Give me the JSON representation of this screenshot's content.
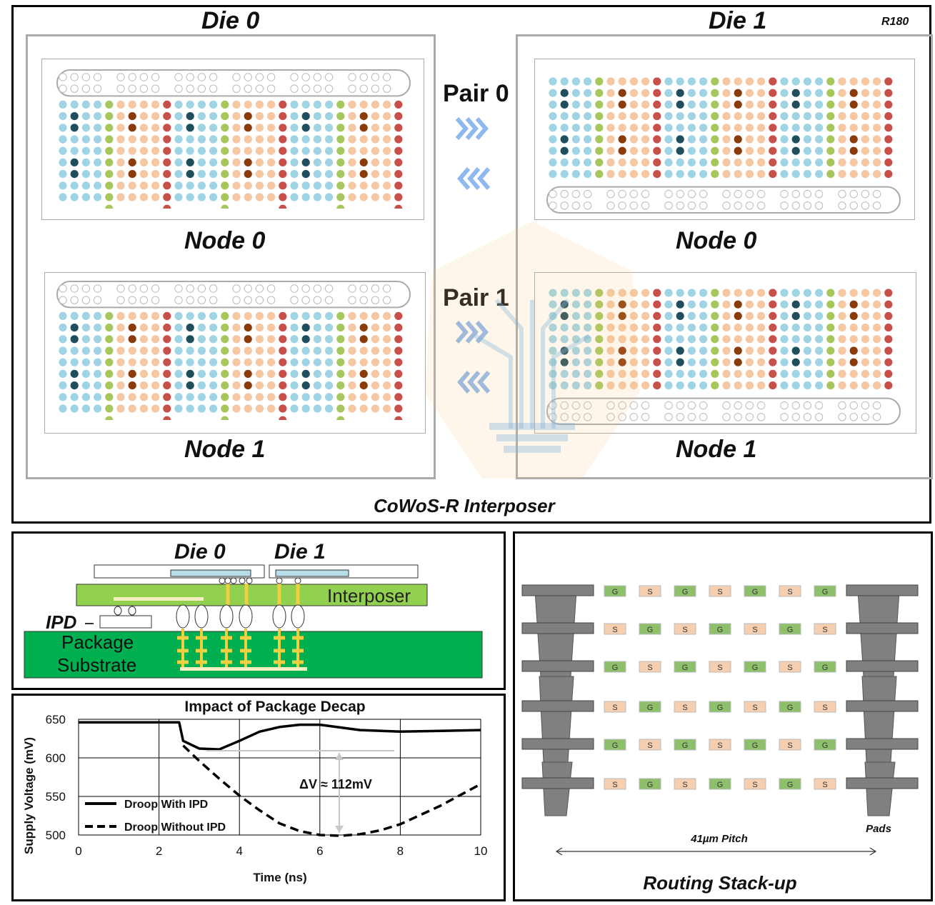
{
  "interposer_panel": {
    "title": "CoWoS-R Interposer",
    "rotation_tag": "R180",
    "die0_label": "Die 0",
    "die1_label": "Die 1",
    "node0_label": "Node 0",
    "node1_label": "Node 1",
    "pair0_label": "Pair 0",
    "pair1_label": "Pair 1"
  },
  "cross_section": {
    "die0_label": "Die 0",
    "die1_label": "Die 1",
    "interposer_label": "Interposer",
    "ipd_label": "IPD",
    "substrate_line1": "Package",
    "substrate_line2": "Substrate"
  },
  "decap_chart": {
    "title": "Impact of Package Decap",
    "delta_annotation": "ΔV ≈ 112mV"
  },
  "chart_data": {
    "type": "line",
    "title": "Impact of Package Decap",
    "xlabel": "Time (ns)",
    "ylabel": "Supply Voltage (mV)",
    "xlim": [
      0,
      10
    ],
    "ylim": [
      500,
      650
    ],
    "x_ticks": [
      "0",
      "2",
      "4",
      "6",
      "8",
      "10"
    ],
    "y_ticks": [
      "650",
      "600",
      "550",
      "500"
    ],
    "grid": true,
    "legend_position": "bottom-left",
    "series": [
      {
        "name": "Droop With IPD",
        "style": "solid",
        "x": [
          0,
          2.5,
          2.6,
          3.0,
          3.5,
          4.0,
          4.5,
          5.0,
          5.5,
          6.0,
          7.0,
          8.0,
          9.0,
          10.0
        ],
        "y": [
          646,
          646,
          622,
          612,
          611,
          622,
          634,
          640,
          643,
          643,
          636,
          634,
          635,
          636
        ]
      },
      {
        "name": "Droop Without IPD",
        "style": "dashed",
        "x": [
          2.6,
          3.0,
          3.5,
          4.0,
          4.5,
          5.0,
          5.5,
          6.0,
          6.5,
          7.0,
          7.5,
          8.0,
          9.0,
          10.0
        ],
        "y": [
          616,
          596,
          573,
          551,
          532,
          515,
          505,
          500,
          499,
          501,
          506,
          514,
          538,
          566
        ]
      }
    ],
    "annotation": "ΔV ≈ 112mV"
  },
  "routing_panel": {
    "title": "Routing Stack-up",
    "pitch_label": "41µm Pitch",
    "pads_label": "Pads",
    "rows": [
      [
        "G",
        "S",
        "G",
        "S",
        "G",
        "S",
        "G"
      ],
      [
        "S",
        "G",
        "S",
        "G",
        "S",
        "G",
        "S"
      ],
      [
        "G",
        "S",
        "G",
        "S",
        "G",
        "S",
        "G"
      ],
      [
        "S",
        "G",
        "S",
        "G",
        "S",
        "G",
        "S"
      ],
      [
        "G",
        "S",
        "G",
        "S",
        "G",
        "S",
        "G"
      ],
      [
        "S",
        "G",
        "S",
        "G",
        "S",
        "G",
        "S"
      ]
    ],
    "colors": {
      "G": "#8ec06c",
      "S": "#f6cfb1"
    }
  },
  "colors": {
    "blue_bump": "#9fd4e4",
    "orange_bump": "#f5c7a2",
    "green_bump": "#a6c75c",
    "red_bump": "#c8504a",
    "dark_blue": "#1f4e5c",
    "dark_orange": "#8b3a0a",
    "interposer_green": "#92d050",
    "substrate_green": "#00b050",
    "arrow_blue": "#8fb8ef"
  }
}
